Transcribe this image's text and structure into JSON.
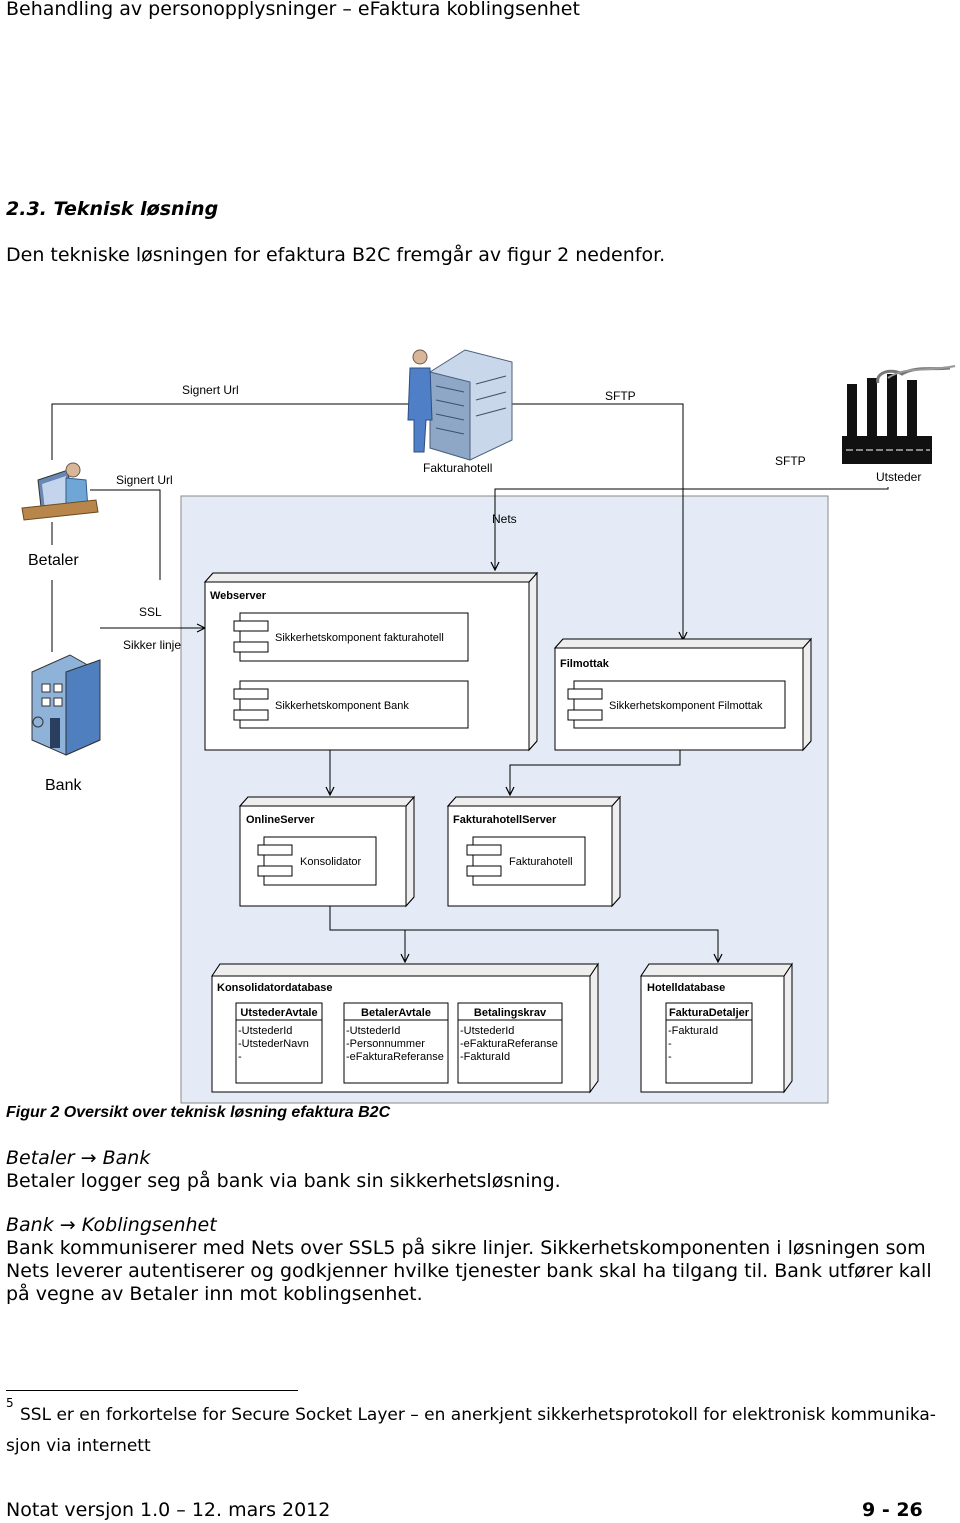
{
  "header": {
    "title": "Behandling av personopplysninger – eFaktura koblingsenhet"
  },
  "section": {
    "heading": "2.3. Teknisk løsning",
    "intro": "Den tekniske løsningen for efaktura B2C fremgår av figur 2 nedenfor."
  },
  "diagram": {
    "signert_url_top": "Signert Url",
    "sftp_top": "SFTP",
    "signert_url": "Signert Url",
    "fakturahotell": "Fakturahotell",
    "sftp": "SFTP",
    "utsteder": "Utsteder",
    "nets": "Nets",
    "betaler": "Betaler",
    "ssl": "SSL",
    "sikker_linje": "Sikker linje",
    "bank": "Bank",
    "webserver": "Webserver",
    "sikkerhet_fakturahotell": "Sikkerhetskomponent fakturahotell",
    "sikkerhet_bank": "Sikkerhetskomponent Bank",
    "filmottak": "Filmottak",
    "sikkerhet_filmottak": "Sikkerhetskomponent Filmottak",
    "onlineserver": "OnlineServer",
    "konsolidator": "Konsolidator",
    "fakturahotellserver": "FakturahotellServer",
    "fakturahotell_comp": "Fakturahotell",
    "konsolidatordatabase": "Konsolidatordatabase",
    "hotelldatabase": "Hotelldatabase",
    "tables": [
      {
        "name": "UtstederAvtale",
        "f1": "-UtstederId",
        "f2": "-UtstederNavn",
        "f3": "-"
      },
      {
        "name": "BetalerAvtale",
        "f1": "-UtstederId",
        "f2": "-Personnummer",
        "f3": "-eFakturaReferanse"
      },
      {
        "name": "Betalingskrav",
        "f1": "-UtstederId",
        "f2": "-eFakturaReferanse",
        "f3": "-FakturaId"
      },
      {
        "name": "FakturaDetaljer",
        "f1": "-FakturaId",
        "f2": "-",
        "f3": "-"
      }
    ]
  },
  "caption": "Figur 2 Oversikt over teknisk løsning efaktura B2C",
  "p1": {
    "from": "Betaler",
    "arrow": "→",
    "to": "Bank",
    "text": "Betaler logger seg på bank via bank sin sikkerhetsløsning."
  },
  "p2": {
    "from": "Bank",
    "arrow": "→",
    "to": "Koblingsenhet",
    "line1": "Bank kommuniserer med Nets over SSL5 på sikre linjer. Sikkerhetskomponenten i løsningen som",
    "line2": "Nets leverer autentiserer og godkjenner hvilke tjenester bank skal ha tilgang til. Bank utfører kall",
    "line3": "på vegne av Betaler inn mot koblingsenhet."
  },
  "footnote": {
    "number": "5",
    "line1": "SSL er en forkortelse for Secure Socket Layer – en anerkjent sikkerhetsprotokoll for elektronisk kommunika-",
    "line2": "sjon via internett"
  },
  "footer": {
    "left": "Notat versjon 1.0 – 12. mars 2012",
    "right": "9 - 26"
  }
}
